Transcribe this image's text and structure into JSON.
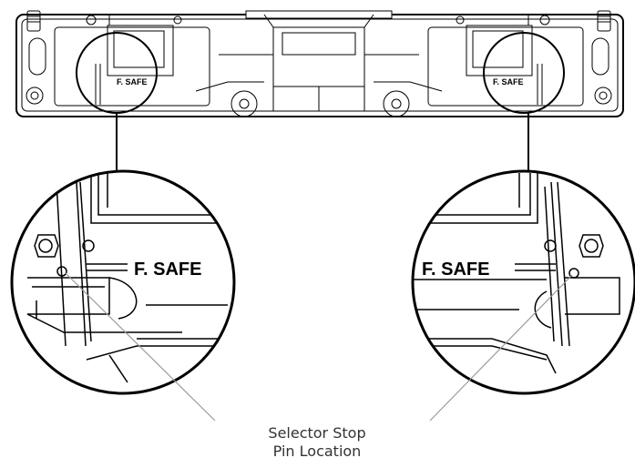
{
  "labels": {
    "safe_small_left": "F. SAFE",
    "safe_small_right": "F. SAFE",
    "safe_large_left": "F. SAFE",
    "safe_large_right": "F. SAFE"
  },
  "caption": {
    "line1": "Selector Stop",
    "line2": "Pin Location"
  },
  "colors": {
    "stroke": "#000000",
    "leader": "#999999",
    "caption": "#333333"
  }
}
